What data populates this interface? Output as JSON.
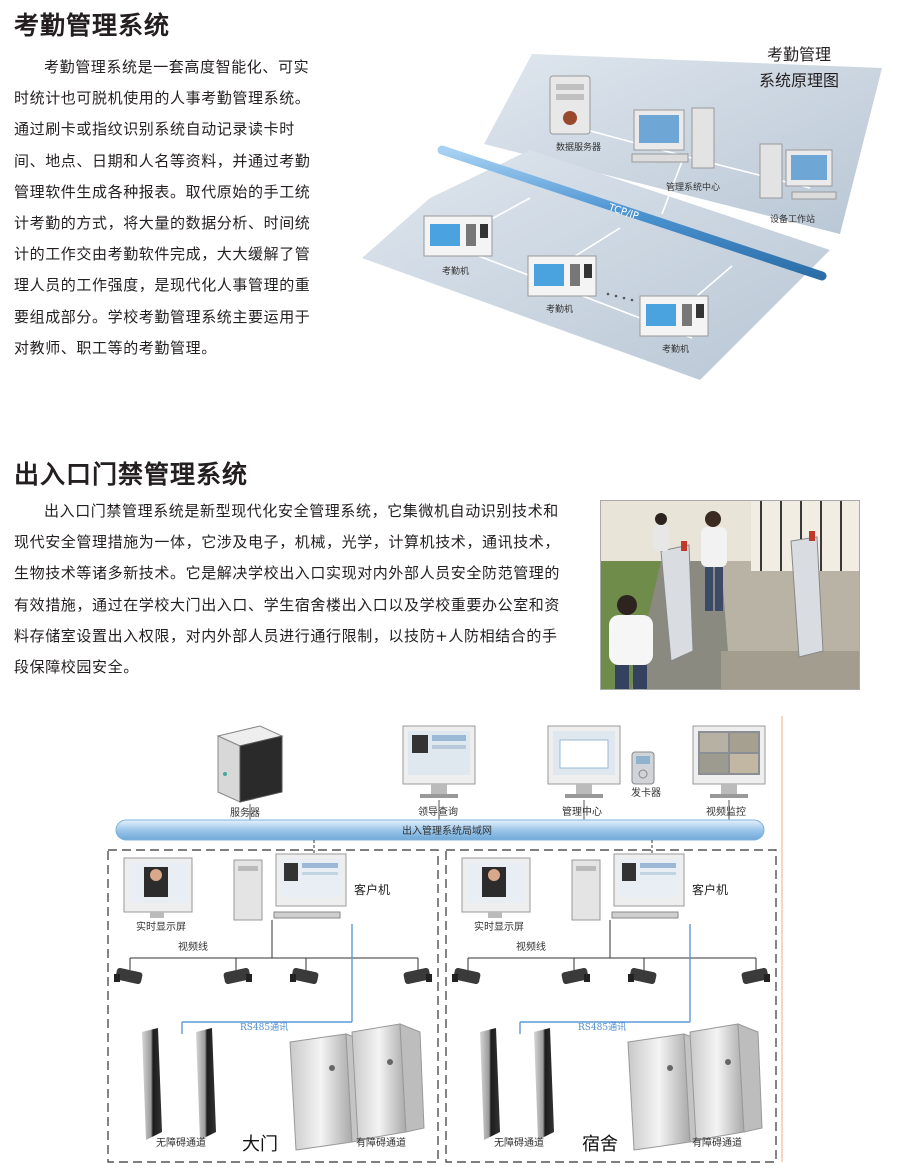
{
  "attendance": {
    "title": "考勤管理系统",
    "paragraph": "考勤管理系统是一套高度智能化、可实时统计也可脱机使用的人事考勤管理系统。通过刷卡或指纹识别系统自动记录读卡时间、地点、日期和人名等资料，并通过考勤管理软件生成各种报表。取代原始的手工统计考勤的方式，将大量的数据分析、时间统计的工作交由考勤软件完成，大大缓解了管理人员的工作强度，是现代化人事管理的重要组成部分。学校考勤管理系统主要运用于对教师、职工等的考勤管理。",
    "diagram": {
      "title_line1": "考勤管理",
      "title_line2": "系统原理图",
      "server_label": "数据服务器",
      "center_label": "管理系统中心",
      "workstation_label": "设备工作站",
      "network_label": "TCP/IP",
      "terminal1_label": "考勤机",
      "terminal2_label": "考勤机",
      "terminal3_label": "考勤机"
    }
  },
  "access": {
    "title": "出入口门禁管理系统",
    "paragraph": "出入口门禁管理系统是新型现代化安全管理系统，它集微机自动识别技术和现代安全管理措施为一体，它涉及电子，机械，光学，计算机技术，通讯技术，生物技术等诸多新技术。它是解决学校出入口实现对内外部人员安全防范管理的有效措施，通过在学校大门出入口、学生宿舍楼出入口以及学校重要办公室和资料存储室设置出入权限，对内外部人员进行通行限制，以技防+人防相结合的手段保障校园安全。",
    "diagram": {
      "server": "服务器",
      "leader_query": "领导查询",
      "mgmt_center": "管理中心",
      "card_issuer": "发卡器",
      "video_monitor": "视频监控",
      "lan": "出入管理系统局域网",
      "zone_left": {
        "name": "大门",
        "client": "客户机",
        "display": "实时显示屏",
        "video_line": "视频线",
        "rs485": "RS485通讯",
        "barrier_free": "无障碍通道",
        "barrier": "有障碍通道"
      },
      "zone_right": {
        "name": "宿舍",
        "client": "客户机",
        "display": "实时显示屏",
        "video_line": "视频线",
        "rs485": "RS485通讯",
        "barrier_free": "无障碍通道",
        "barrier": "有障碍通道"
      }
    }
  },
  "colors": {
    "network_blue": "#6fa8d8",
    "floor_gray": "#c7d3de",
    "link_blue": "#4f8fd0"
  }
}
